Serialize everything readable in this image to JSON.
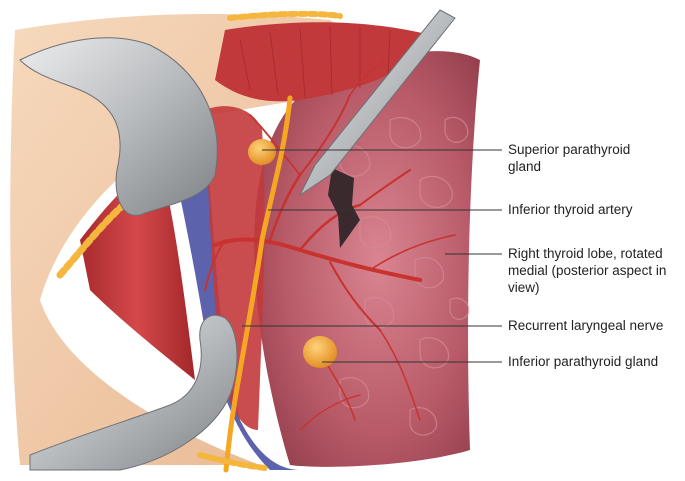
{
  "labels": {
    "superior_parathyroid": "Superior parathyroid\ngland",
    "inferior_thyroid_artery": "Inferior thyroid artery",
    "right_thyroid_lobe": "Right thyroid lobe, rotated\nmedial (posterior aspect in\nview)",
    "recurrent_laryngeal_nerve": "Recurrent laryngeal nerve",
    "inferior_parathyroid": "Inferior parathyroid gland"
  },
  "colors": {
    "skin": "#f0c9a6",
    "muscle": "#c0393b",
    "thyroid": "#b55866",
    "nerve": "#f5a623",
    "parathyroid": "#f2a530",
    "vein": "#5a5fa8",
    "artery": "#c8322f",
    "retractor": "#c9cbcd",
    "leader": "#333333"
  }
}
